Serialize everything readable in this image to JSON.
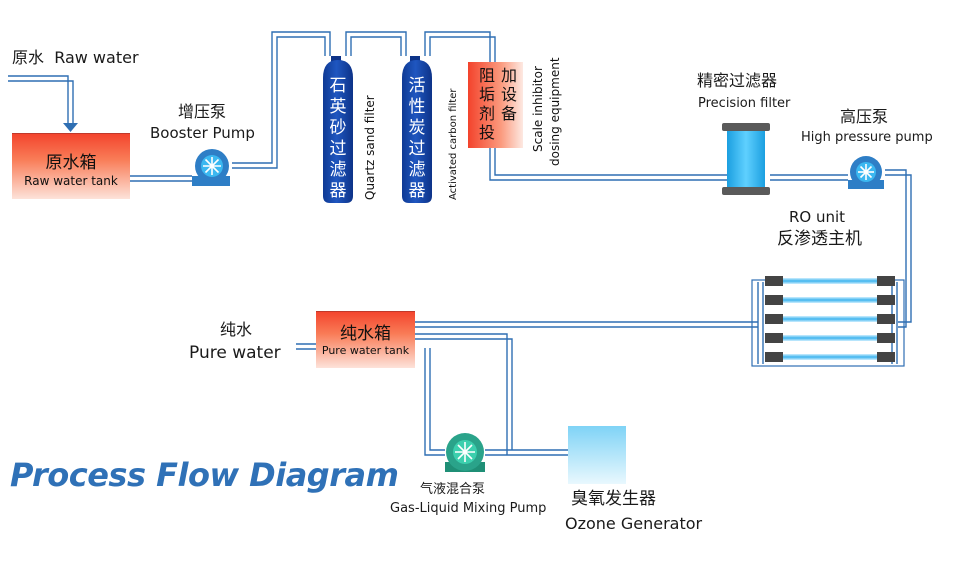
{
  "raw_water": {
    "cn": "原水",
    "en": "Raw water"
  },
  "raw_water_tank": {
    "cn": "原水箱",
    "en": "Raw water tank"
  },
  "booster_pump": {
    "cn": "增压泵",
    "en": "Booster Pump"
  },
  "quartz_filter": {
    "cn": [
      "石",
      "英",
      "砂",
      "过",
      "滤",
      "器"
    ],
    "en": "Quartz sand filter"
  },
  "carbon_filter": {
    "cn": [
      "活",
      "性",
      "炭",
      "过",
      "滤",
      "器"
    ],
    "en": "Activated carbon filter"
  },
  "scale_inhibitor": {
    "cn_col1": [
      "阻",
      "垢",
      "剂",
      "投"
    ],
    "cn_col2": [
      "加",
      "设",
      "备"
    ],
    "en_line1": "Scale inhibitor",
    "en_line2": "dosing equipment"
  },
  "precision_filter": {
    "cn": "精密过滤器",
    "en": "Precision filter"
  },
  "high_pressure_pump": {
    "cn": "高压泵",
    "en": "High pressure pump"
  },
  "ro_unit": {
    "en": "RO unit",
    "cn": "反渗透主机"
  },
  "pure_water": {
    "cn": "纯水",
    "en": "Pure water"
  },
  "pure_water_tank": {
    "cn": "纯水箱",
    "en": "Pure water tank"
  },
  "gas_liquid_pump": {
    "cn": "气液混合泵",
    "en": "Gas-Liquid Mixing Pump"
  },
  "ozone_generator": {
    "cn": "臭氧发生器",
    "en": "Ozone Generator"
  },
  "diagram_title": "Process Flow Diagram",
  "colors": {
    "pipe": "#2f6fb3",
    "tank_red": "#f3432c",
    "vessel_blue": "#1746a6",
    "pump_blue": "#2e7ec6",
    "pump_green": "#2aa38a",
    "filter_cyan": "#27b3ea"
  }
}
